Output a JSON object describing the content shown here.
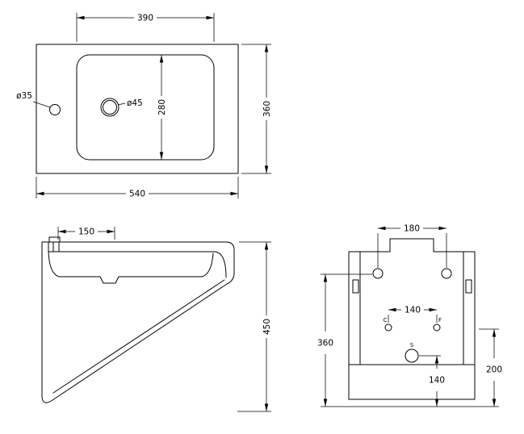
{
  "top_view": {
    "dim_bowl_width": "390",
    "dim_bowl_depth": "280",
    "dim_overall_depth": "360",
    "dim_overall_width": "540",
    "label_tap_hole": "ø35",
    "label_drain_hole": "ø45"
  },
  "side_view": {
    "dim_deck_depth": "150",
    "dim_overall_height": "450"
  },
  "rear_view": {
    "dim_fixing_hole_spacing": "180",
    "dim_tap_hole_spacing": "140",
    "dim_fixing_height": "360",
    "dim_waste_height": "140",
    "dim_lower_height": "200",
    "label_hole_c": "C",
    "label_hole_f": "F",
    "label_hole_s": "S"
  },
  "colors": {
    "line_color": "#000000",
    "background": "#ffffff"
  }
}
